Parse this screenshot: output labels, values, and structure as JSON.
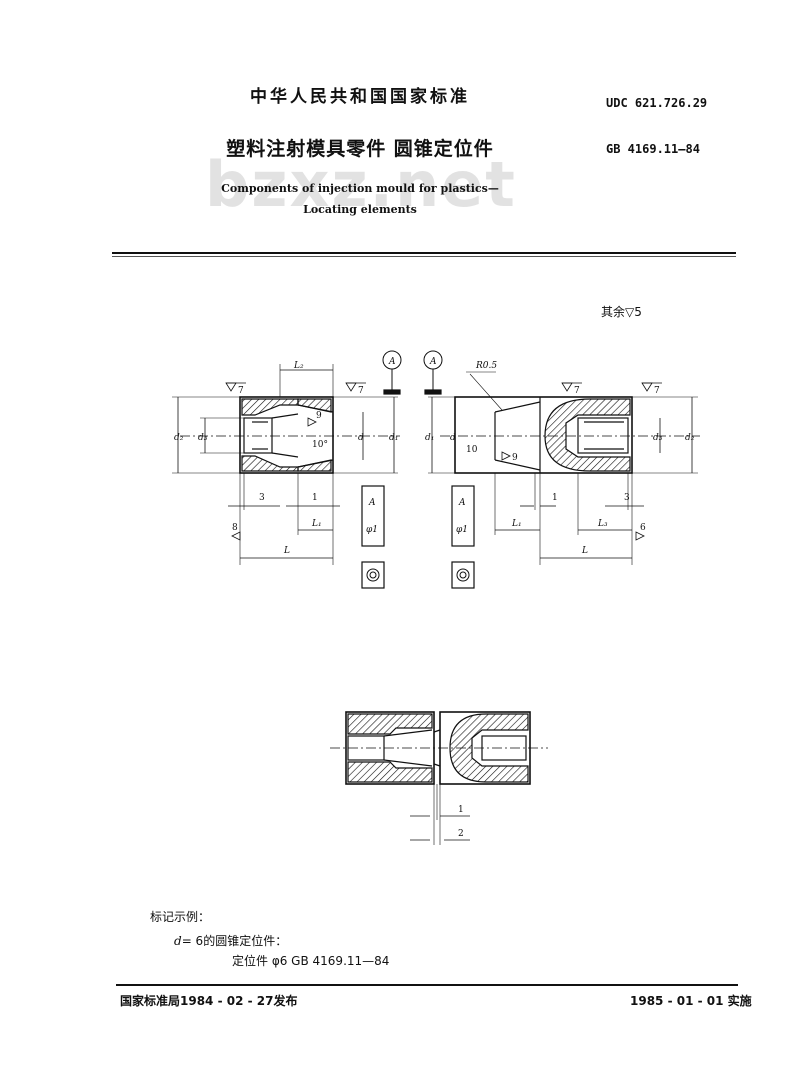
{
  "header": {
    "national_standard": "中华人民共和国国家标准",
    "udc": "UDC 621.726.29",
    "title_cn": "塑料注射模具零件    圆锥定位件",
    "gb_number": "GB 4169.11—84",
    "title_en_line1": "Components of injection mould for plastics—",
    "title_en_line2": "Locating elements",
    "watermark": "bzxz.net"
  },
  "drawing": {
    "surface_finish_note": "其余▽5",
    "left_part": {
      "finish_top_left": "7",
      "finish_top_right": "7",
      "finish_inner": "9",
      "finish_side": "8",
      "dim_d2": "d₂",
      "dim_d3": "d₃",
      "dim_d": "d",
      "dim_d1": "d₁",
      "dim_L2": "L₂",
      "dim_L1": "L₁",
      "dim_L": "L",
      "dim_3": "3",
      "dim_1": "1",
      "angle": "10°",
      "datum": "A",
      "view_label": "A",
      "phi_label": "φ1"
    },
    "right_part": {
      "radius": "R0.5",
      "finish_top_left": "7",
      "finish_top_right": "7",
      "finish_inner": "9",
      "finish_side": "6",
      "dim_d1": "d₁",
      "dim_d": "d",
      "dim_d3": "d₃",
      "dim_d2": "d₂",
      "dim_L1": "L₁",
      "dim_L3": "L₃",
      "dim_L": "L",
      "dim_1": "1",
      "dim_3": "3",
      "angle": "10",
      "datum": "A",
      "view_label": "A",
      "phi_label": "φ1"
    },
    "assembly": {
      "gap_1": "1",
      "gap_2": "2"
    }
  },
  "example": {
    "heading": "标记示例：",
    "line1_var": "d",
    "line1_rest": "= 6的圆锥定位件：",
    "line2": "定位件  φ6  GB 4169.11—84"
  },
  "footer": {
    "issued": "国家标准局1984 - 02 - 27发布",
    "effective": "1985 - 01 - 01 实施"
  }
}
